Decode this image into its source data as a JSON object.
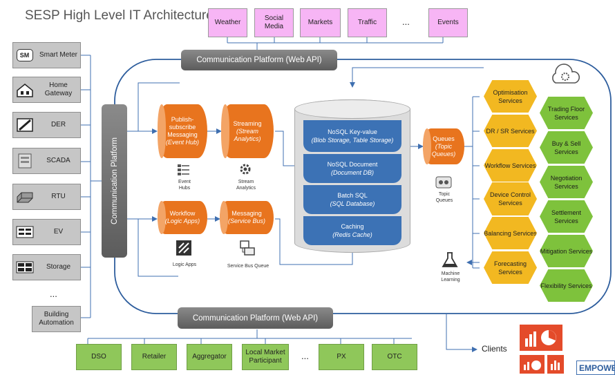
{
  "title": "SESP High Level IT Architecture",
  "sources": [
    "Weather",
    "Social Media",
    "Markets",
    "Traffic",
    "...",
    "Events"
  ],
  "devices": [
    {
      "label": "Smart Meter",
      "icon": "smart-meter-icon",
      "icon_text": "SM"
    },
    {
      "label": "Home Gateway",
      "icon": "home-gateway-icon"
    },
    {
      "label": "DER",
      "icon": "der-icon"
    },
    {
      "label": "SCADA",
      "icon": "scada-icon"
    },
    {
      "label": "RTU",
      "icon": "rtu-icon"
    },
    {
      "label": "EV",
      "icon": "ev-icon"
    },
    {
      "label": "Storage",
      "icon": "storage-icon"
    },
    {
      "label": "..."
    },
    {
      "label": "Building Automation"
    }
  ],
  "platforms": {
    "top": "Communication Platform (Web API)",
    "left": "Communication Platform",
    "bottom": "Communication Platform (Web API)"
  },
  "services": {
    "pubsub": {
      "title": "Publish-subscribe Messaging",
      "sub": "(Event Hub)"
    },
    "streaming": {
      "title": "Streaming",
      "sub": "(Stream Analytics)"
    },
    "workflow": {
      "title": "Workflow",
      "sub": "(Logic Apps)"
    },
    "messaging": {
      "title": "Messaging",
      "sub": "(Service Bus)"
    },
    "queues": {
      "title": "Queues",
      "sub": "(Topic Queues)"
    }
  },
  "icon_labels": {
    "event_hubs": "Event Hubs",
    "stream_analytics": "Stream Analytics",
    "logic_apps": "Logic Apps",
    "service_bus_queue": "Service Bus Queue",
    "topic_queues": "Topic Queues",
    "machine_learning": "Machine Learning"
  },
  "storage": [
    {
      "title": "NoSQL Key-value",
      "sub": "(Blob Storage, Table Storage)"
    },
    {
      "title": "NoSQL Document",
      "sub": "(Document DB)"
    },
    {
      "title": "Batch SQL",
      "sub": "(SQL Database)"
    },
    {
      "title": "Caching",
      "sub": "(Redis Cache)"
    }
  ],
  "yellow_services": [
    "Optimisation Services",
    "DR / SR Services",
    "Workflow Services",
    "Device Control Services",
    "Balancing Services",
    "Forecasting Services"
  ],
  "green_services": [
    "Trading Floor Services",
    "Buy & Sell Services",
    "Negotiation Services",
    "Settlement Services",
    "Mitigation Services",
    "Flexibility Services"
  ],
  "clients_label": "Clients",
  "outputs": [
    "DSO",
    "Retailer",
    "Aggregator",
    "Local Market Participant",
    "...",
    "PX",
    "OTC"
  ],
  "logo_text": "EMPOWE",
  "colors": {
    "source": "#f7b5f5",
    "device": "#c6c6c6",
    "platform": "#6b6b6b",
    "orange": "#e8741e",
    "db": "#3c72b5",
    "yellow": "#f2b821",
    "green": "#7ec23c",
    "output": "#8fc75a",
    "logo_red": "#e44b2a",
    "line": "#3f6fb0"
  }
}
